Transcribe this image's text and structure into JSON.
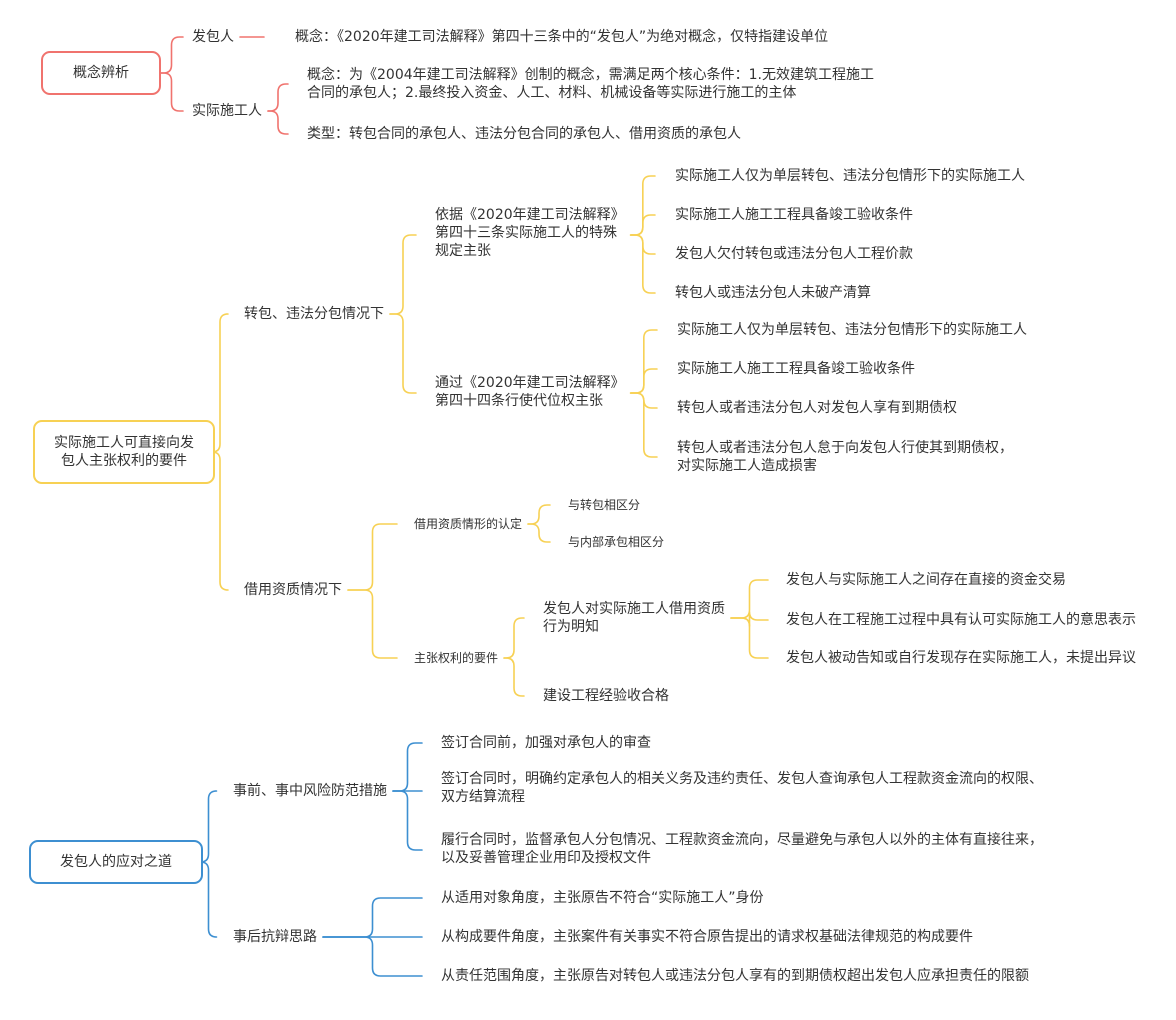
{
  "branches": [
    {
      "key": "concept",
      "color": "#f0736e",
      "root": {
        "lines": [
          "概念辨析"
        ]
      },
      "children": [
        {
          "label": {
            "lines": [
              "发包人"
            ]
          },
          "children": [
            {
              "label": {
                "lines": [
                  "概念：《2020年建工司法解释》第四十三条中的“发包人”为绝对概念，仅特指建设单位"
                ]
              }
            }
          ]
        },
        {
          "label": {
            "lines": [
              "实际施工人"
            ]
          },
          "children": [
            {
              "label": {
                "lines": [
                  "概念：为《2004年建工司法解释》创制的概念，需满足两个核心条件：1.无效建筑工程施工",
                  "合同的承包人；2.最终投入资金、人工、材料、机械设备等实际进行施工的主体"
                ]
              }
            },
            {
              "label": {
                "lines": [
                  "类型：转包合同的承包人、违法分包合同的承包人、借用资质的承包人"
                ]
              }
            }
          ]
        }
      ]
    },
    {
      "key": "requirements",
      "color": "#f7d154",
      "root": {
        "lines": [
          "实际施工人可直接向发",
          "包人主张权利的要件"
        ]
      },
      "children": [
        {
          "label": {
            "lines": [
              "转包、违法分包情况下"
            ]
          },
          "children": [
            {
              "label": {
                "lines": [
                  "依据《2020年建工司法解释》",
                  "第四十三条实际施工人的特殊",
                  "规定主张"
                ]
              },
              "children": [
                {
                  "label": {
                    "lines": [
                      "实际施工人仅为单层转包、违法分包情形下的实际施工人"
                    ]
                  }
                },
                {
                  "label": {
                    "lines": [
                      "实际施工人施工工程具备竣工验收条件"
                    ]
                  }
                },
                {
                  "label": {
                    "lines": [
                      "发包人欠付转包或违法分包人工程价款"
                    ]
                  }
                },
                {
                  "label": {
                    "lines": [
                      "转包人或违法分包人未破产清算"
                    ]
                  }
                }
              ]
            },
            {
              "label": {
                "lines": [
                  "通过《2020年建工司法解释》",
                  "第四十四条行使代位权主张"
                ]
              },
              "children": [
                {
                  "label": {
                    "lines": [
                      "实际施工人仅为单层转包、违法分包情形下的实际施工人"
                    ]
                  }
                },
                {
                  "label": {
                    "lines": [
                      "实际施工人施工工程具备竣工验收条件"
                    ]
                  }
                },
                {
                  "label": {
                    "lines": [
                      "转包人或者违法分包人对发包人享有到期债权"
                    ]
                  }
                },
                {
                  "label": {
                    "lines": [
                      "转包人或者违法分包人怠于向发包人行使其到期债权，",
                      "对实际施工人造成损害"
                    ]
                  }
                }
              ]
            }
          ]
        },
        {
          "label": {
            "lines": [
              "借用资质情况下"
            ]
          },
          "children": [
            {
              "label": {
                "lines": [
                  "借用资质情形的认定"
                ]
              },
              "children": [
                {
                  "label": {
                    "lines": [
                      "与转包相区分"
                    ]
                  }
                },
                {
                  "label": {
                    "lines": [
                      "与内部承包相区分"
                    ]
                  }
                }
              ]
            },
            {
              "label": {
                "lines": [
                  "主张权利的要件"
                ]
              },
              "children": [
                {
                  "label": {
                    "lines": [
                      "发包人对实际施工人借用资质",
                      "行为明知"
                    ]
                  },
                  "children": [
                    {
                      "label": {
                        "lines": [
                          "发包人与实际施工人之间存在直接的资金交易"
                        ]
                      }
                    },
                    {
                      "label": {
                        "lines": [
                          "发包人在工程施工过程中具有认可实际施工人的意思表示"
                        ]
                      }
                    },
                    {
                      "label": {
                        "lines": [
                          "发包人被动告知或自行发现存在实际施工人，未提出异议"
                        ]
                      }
                    }
                  ]
                },
                {
                  "label": {
                    "lines": [
                      "建设工程经验收合格"
                    ]
                  }
                }
              ]
            }
          ]
        }
      ]
    },
    {
      "key": "response",
      "color": "#3d8fd1",
      "root": {
        "lines": [
          "发包人的应对之道"
        ]
      },
      "children": [
        {
          "label": {
            "lines": [
              "事前、事中风险防范措施"
            ]
          },
          "children": [
            {
              "label": {
                "lines": [
                  "签订合同前，加强对承包人的审查"
                ]
              }
            },
            {
              "label": {
                "lines": [
                  "签订合同时，明确约定承包人的相关义务及违约责任、发包人查询承包人工程款资金流向的权限、",
                  "双方结算流程"
                ]
              }
            },
            {
              "label": {
                "lines": [
                  "履行合同时，监督承包人分包情况、工程款资金流向，尽量避免与承包人以外的主体有直接往来，",
                  "以及妥善管理企业用印及授权文件"
                ]
              }
            }
          ]
        },
        {
          "label": {
            "lines": [
              "事后抗辩思路"
            ]
          },
          "children": [
            {
              "label": {
                "lines": [
                  "从适用对象角度，主张原告不符合“实际施工人”身份"
                ]
              }
            },
            {
              "label": {
                "lines": [
                  "从构成要件角度，主张案件有关事实不符合原告提出的请求权基础法律规范的构成要件"
                ]
              }
            },
            {
              "label": {
                "lines": [
                  "从责任范围角度，主张原告对转包人或违法分包人享有的到期债权超出发包人应承担责任的限额"
                ]
              }
            }
          ]
        }
      ]
    }
  ]
}
